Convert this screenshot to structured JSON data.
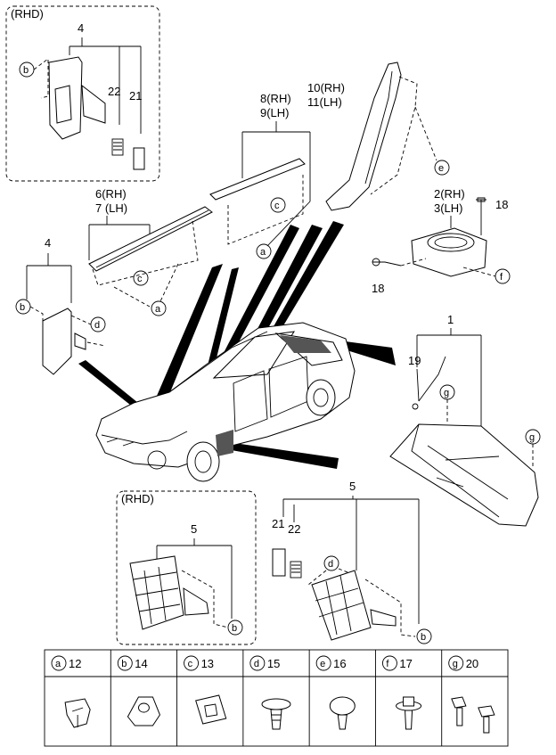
{
  "rhd_labels": {
    "top_left": "(RHD)",
    "bottom_center": "(RHD)"
  },
  "callouts": {
    "c4_rhd": "4",
    "c22_rhd": "22",
    "c21_rhd": "21",
    "c4_lhd": "4",
    "c6": "6(RH)",
    "c7": "7 (LH)",
    "c8": "8(RH)",
    "c9": "9(LH)",
    "c10": "10(RH)",
    "c11": "11(LH)",
    "c2": "2(RH)",
    "c3": "3(LH)",
    "c18_top": "18",
    "c18_bottom": "18",
    "c1": "1",
    "c19": "19",
    "c5_rhd": "5",
    "c5_lhd": "5",
    "c21_lhd": "21",
    "c22_lhd": "22"
  },
  "letters": {
    "a": "a",
    "b": "b",
    "c": "c",
    "d": "d",
    "e": "e",
    "f": "f",
    "g": "g"
  },
  "fastener_table": [
    {
      "letter": "a",
      "part": "12",
      "icon": "clip-a-icon"
    },
    {
      "letter": "b",
      "part": "14",
      "icon": "clip-b-icon"
    },
    {
      "letter": "c",
      "part": "13",
      "icon": "clip-c-icon"
    },
    {
      "letter": "d",
      "part": "15",
      "icon": "screw-rivet-icon"
    },
    {
      "letter": "e",
      "part": "16",
      "icon": "push-pin-icon"
    },
    {
      "letter": "f",
      "part": "17",
      "icon": "screw-washer-icon"
    },
    {
      "letter": "g",
      "part": "20",
      "icon": "twin-clip-icon"
    }
  ]
}
